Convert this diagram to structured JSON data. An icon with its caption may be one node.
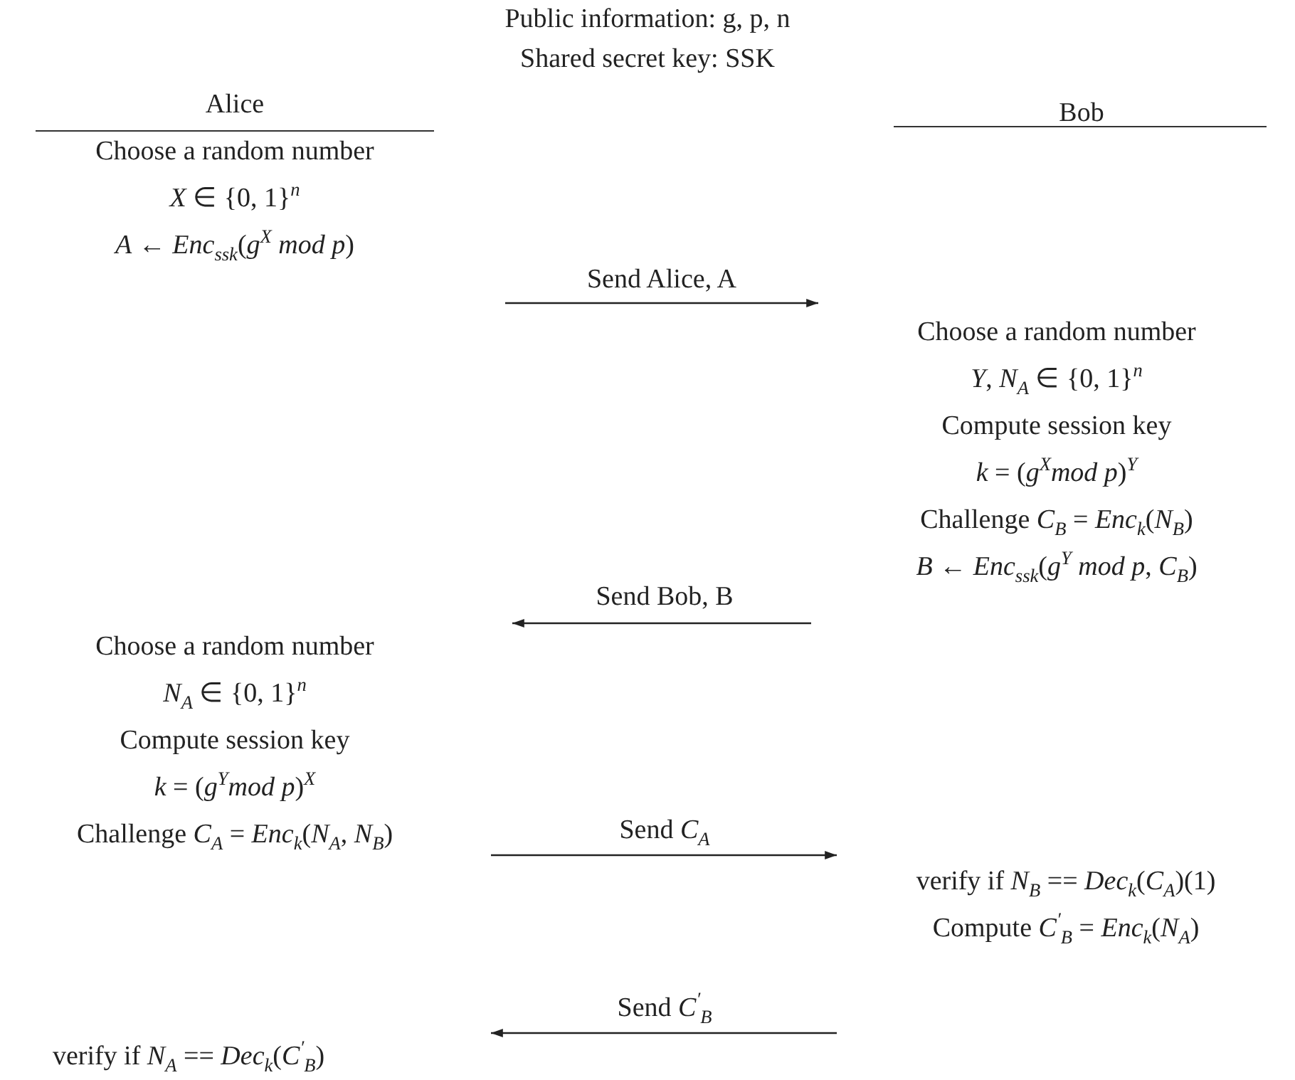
{
  "diagram": {
    "nodes": [
      {
        "text": [
          "Choose a random number",
          "*X* ∈ {0, 1}$^{n}$",
          "*A* ← *Enc*$_{ssk}$(*g*$^{X}$ *mod p*)"
        ]
      },
      {
        "text": [
          "Choose a random number",
          "*Y*, *N*$_{A}$ ∈ {0, 1}$^{n}$",
          "Compute session key",
          "*k* = (*g*$^{X}$*mod p*)$^{Y}$",
          "Challenge *C*$_{B}$ = *Enc*$_{k}$(*N*$_{B}$)",
          "*B* ← *Enc*$_{ssk}$(*g*$^{Y}$ *mod p*, *C*$_{B}$)"
        ]
      },
      {
        "text": [
          "Choose a random number",
          "*N*$_{A}$ ∈ {0, 1}$^{n}$",
          "Compute session key",
          "*k* = (*g*$^{Y}$*mod p*)$^{X}$",
          "Challenge *C*$_{A}$ = *Enc*$_{k}$(*N*$_{A}$, *N*$_{B}$)"
        ]
      },
      {
        "text": [
          "verify if *N*$_{B}$ == *Dec*$_{k}$(*C*$_{A}$)(1)",
          "Compute *C*$^{′}$$_{B}$ = *Enc*$_{k}$(*N*$_{A}$)"
        ]
      },
      {
        "text": [
          "verify if *N*$_{A}$ == *Dec*$_{k}$(*C*$^{′}$$_{B}$)"
        ]
      }
    ],
    "labels": [
      "Public information: g, p, n",
      "Shared secret key: SSK",
      "Alice",
      "Bob",
      "Send Alice, A",
      "Send Bob, B",
      "Send *C*$_{A}$",
      "Send *C*$^{′}$$_{B}$"
    ]
  }
}
